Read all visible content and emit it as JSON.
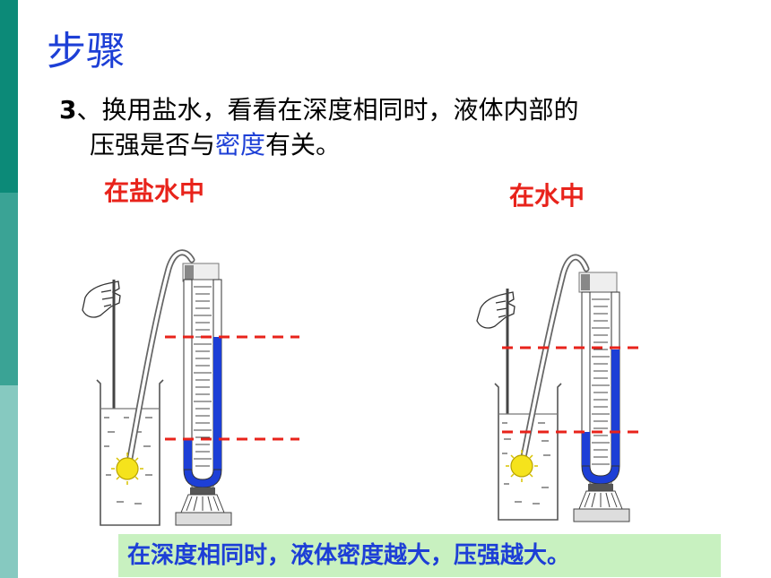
{
  "title": "步骤",
  "question": {
    "number": "3",
    "line1": "、换用盐水，看看在深度相同时，液体内部的",
    "line2_pre": "压强是否与",
    "line2_highlight": "密度",
    "line2_post": "有关。"
  },
  "labels": {
    "left": "在盐水中",
    "right": "在水中"
  },
  "conclusion": "在深度相同时，液体密度越大，压强越大。",
  "colors": {
    "title": "#1d3fd6",
    "label": "#e8231b",
    "liquid": "#1d3fd6",
    "dashed_line": "#e8231b",
    "conclusion_bg": "#c8f1c0",
    "sidebar": [
      "#0c8a78",
      "#3aa395",
      "#86c9c0"
    ]
  }
}
